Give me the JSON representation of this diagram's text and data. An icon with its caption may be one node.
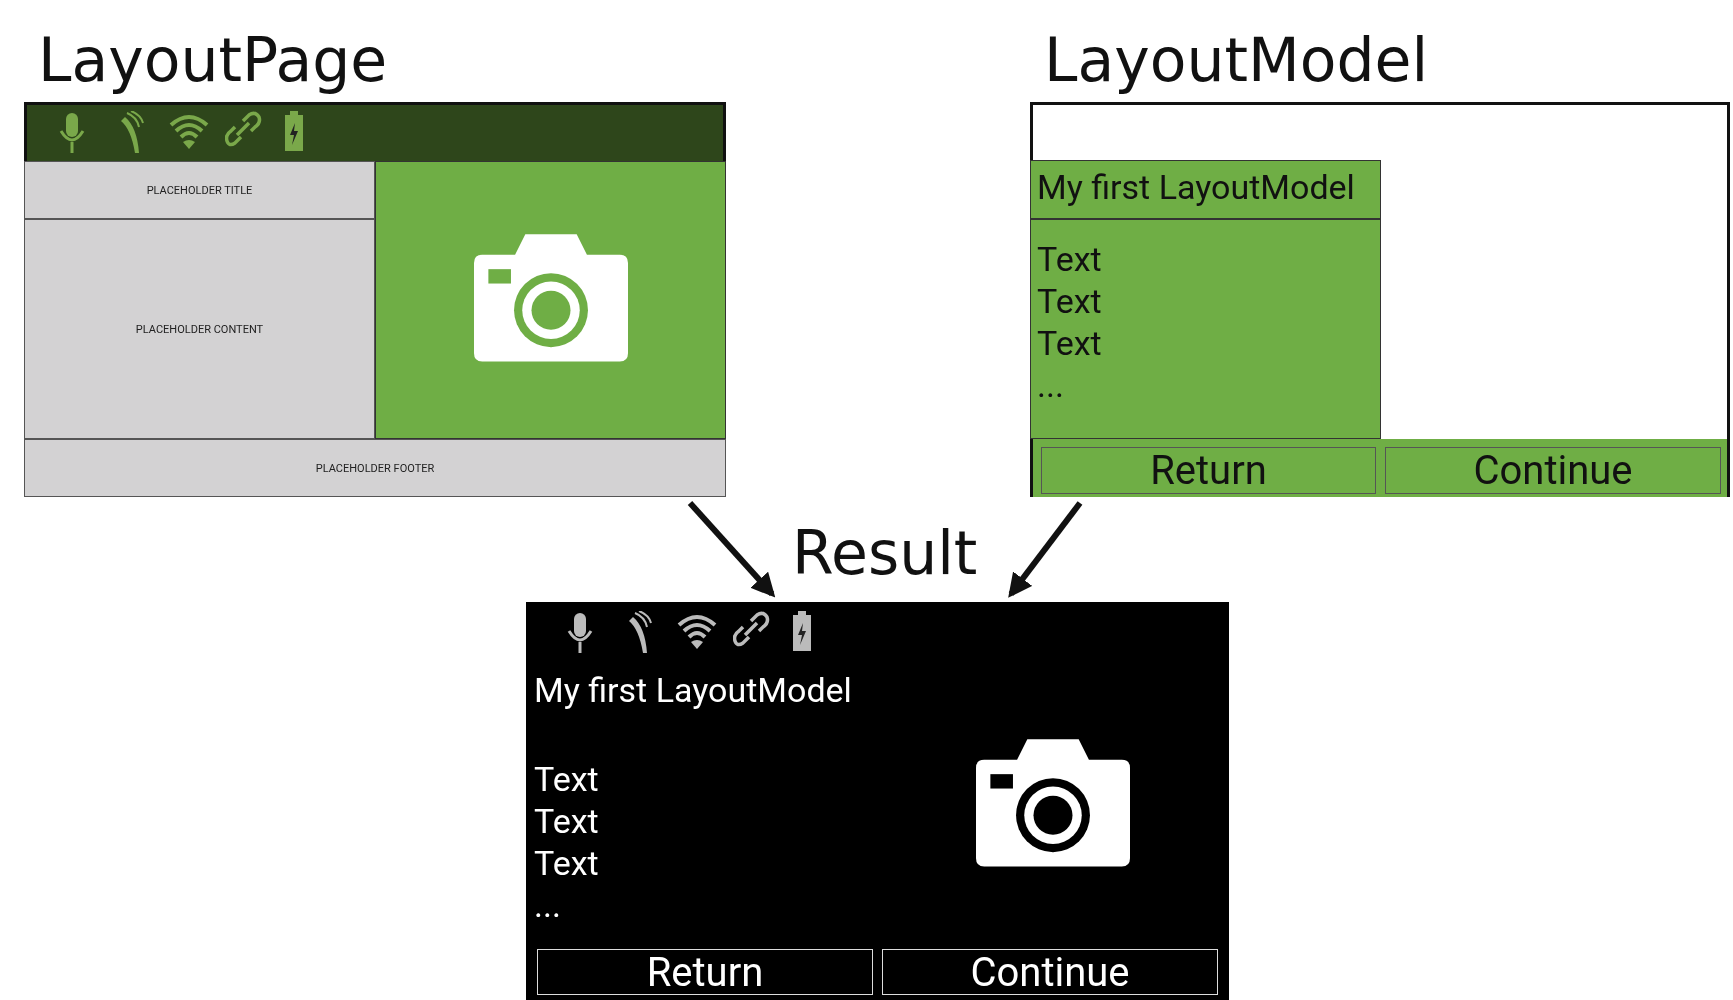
{
  "diagram": {
    "nodes": [
      {
        "text": [
          "LayoutPage"
        ]
      },
      {
        "text": [
          "PLACEHOLDER TITLE"
        ],
        "in": 0
      },
      {
        "text": [
          "PLACEHOLDER CONTENT"
        ],
        "in": 0
      },
      {
        "text": [],
        "shape": "box",
        "in": 0
      },
      {
        "text": [
          "PLACEHOLDER FOOTER"
        ],
        "in": 0
      },
      {
        "text": [
          "LayoutModel"
        ]
      },
      {
        "text": [
          "My first LayoutModel"
        ],
        "in": 5
      },
      {
        "text": [
          "Text",
          "Text",
          "Text",
          "..."
        ],
        "in": 5
      },
      {
        "text": [
          "Return"
        ],
        "in": 5
      },
      {
        "text": [
          "Continue"
        ],
        "in": 5
      },
      {
        "text": [
          "Result"
        ]
      },
      {
        "text": [
          "My first LayoutModel"
        ],
        "in": 10
      },
      {
        "text": [
          "Text",
          "Text",
          "Text",
          "..."
        ],
        "in": 10
      },
      {
        "text": [
          "Return"
        ],
        "in": 10
      },
      {
        "text": [
          "Continue"
        ],
        "in": 10
      }
    ],
    "edges": [
      {
        "from": 0,
        "to": 10,
        "arrow": "to"
      },
      {
        "from": 5,
        "to": 10,
        "arrow": "to"
      }
    ]
  }
}
